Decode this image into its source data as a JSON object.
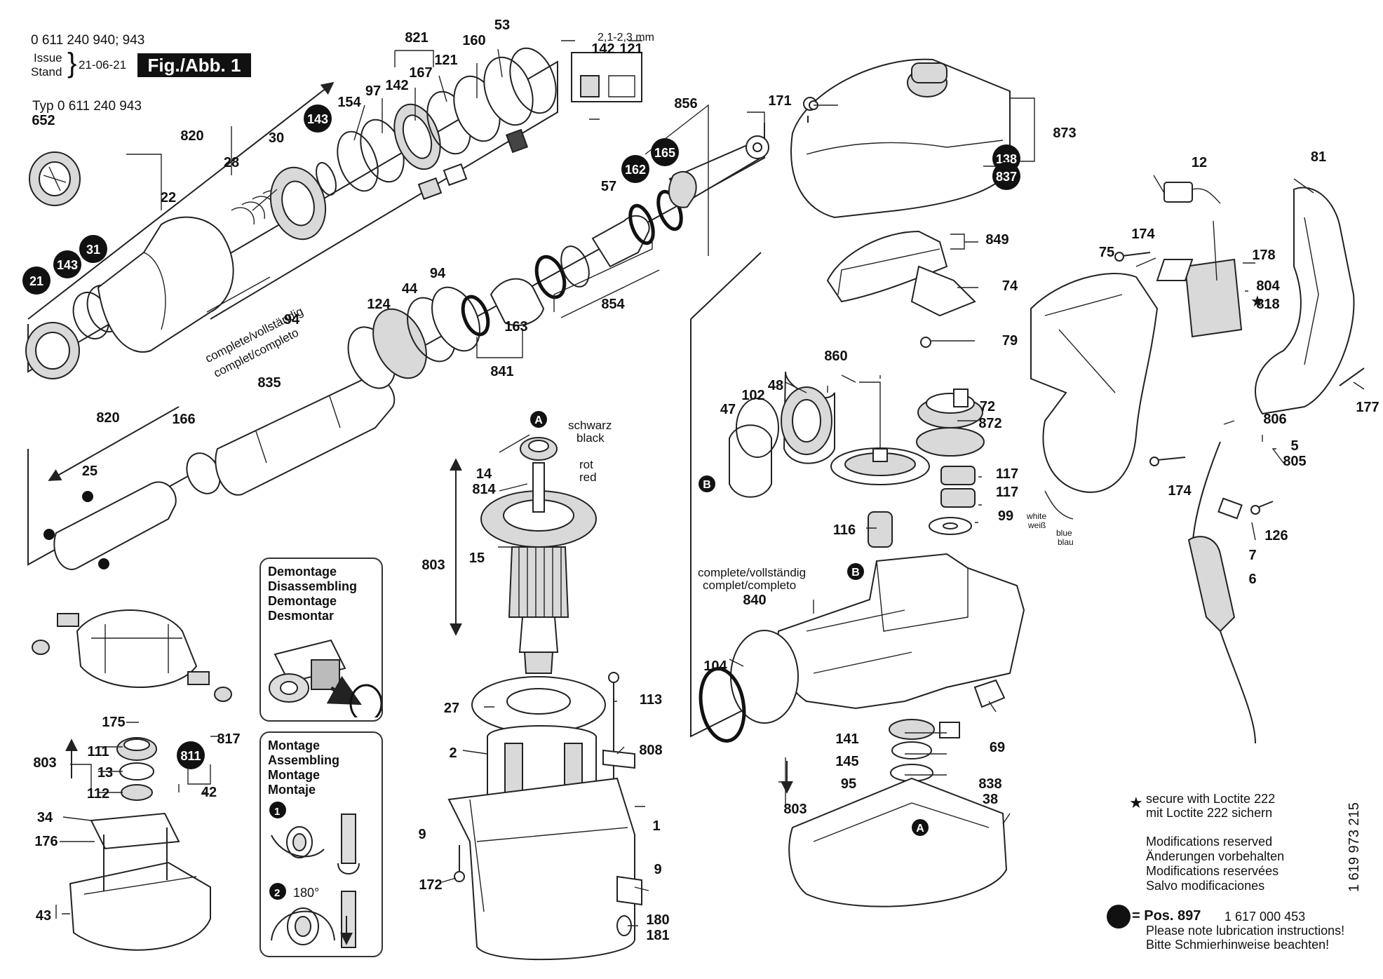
{
  "header": {
    "model_numbers": "0 611 240 940; 943",
    "issue_label_1": "Issue",
    "issue_label_2": "Stand",
    "issue_date": "21-06-21",
    "figure_label": "Fig./Abb. 1",
    "type_label": "Typ 0 611 240 943",
    "dimension_label": "2,1-2,3 mm"
  },
  "disassembly_box": {
    "title": "Demontage\nDisassembling\nDemontage\nDesmontar"
  },
  "assembly_box": {
    "title": "Montage\nAssembling\nMontage\nMontaje",
    "step1": "1",
    "step2": "2",
    "angle": "180°"
  },
  "words": {
    "complete_1": "complete/vollständig",
    "complete_2": "complet/completo",
    "black_de": "schwarz",
    "black_en": "black",
    "red_de": "rot",
    "red_en": "red",
    "white_en": "white",
    "white_de": "weiß",
    "blue_en": "blue",
    "blue_de": "blau",
    "marker_A": "A",
    "marker_B": "B"
  },
  "part_numbers": [
    "652",
    "820",
    "30",
    "28",
    "22",
    "21",
    "143",
    "31",
    "154",
    "97",
    "142",
    "167",
    "121",
    "160",
    "53",
    "821",
    "856",
    "57",
    "162",
    "165",
    "854",
    "94",
    "124",
    "44",
    "163",
    "841",
    "835",
    "166",
    "25",
    "171",
    "873",
    "138",
    "837",
    "849",
    "74",
    "79",
    "12",
    "81",
    "75",
    "174",
    "178",
    "804",
    "818",
    "177",
    "860",
    "47",
    "102",
    "48",
    "72",
    "872",
    "117",
    "99",
    "116",
    "840",
    "104",
    "141",
    "145",
    "95",
    "803",
    "69",
    "838",
    "38",
    "806",
    "5",
    "805",
    "7",
    "126",
    "6",
    "14",
    "814",
    "15",
    "27",
    "113",
    "2",
    "808",
    "1",
    "9",
    "172",
    "180",
    "181",
    "175",
    "111",
    "13",
    "112",
    "34",
    "176",
    "43",
    "811",
    "817",
    "42"
  ],
  "legend": {
    "loctite_symbol": "★",
    "loctite_en": "secure with Loctite 222",
    "loctite_de": "mit Loctite 222 sichern",
    "mods": "Modifications reserved\nÄnderungen vorbehalten\nModifications reservées\nSalvo modificaciones",
    "pos_label": "= Pos. 897",
    "pos_number": "1 617 000 453",
    "lube_en": "Please note lubrication instructions!",
    "lube_de": "Bitte Schmierhinweise beachten!",
    "doc_number": "1 619 973 215"
  },
  "colors": {
    "ink": "#111111",
    "line": "#222222",
    "fill_part": "#ffffff",
    "fill_shade": "#d9d9d9",
    "badge": "#111111"
  }
}
